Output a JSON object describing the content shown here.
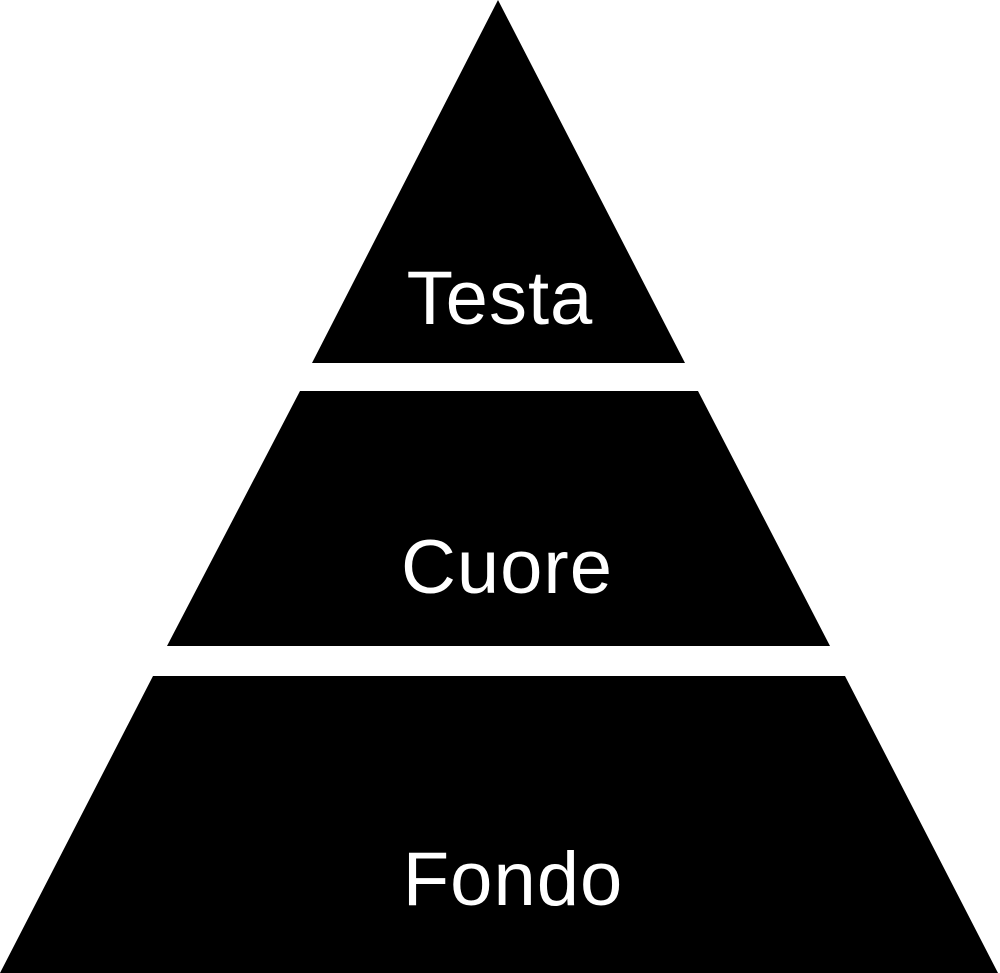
{
  "diagram": {
    "type": "pyramid",
    "background_color": "#ffffff",
    "tier_color": "#000000",
    "label_color": "#ffffff",
    "tiers": [
      {
        "id": "top",
        "label": "Testa"
      },
      {
        "id": "middle",
        "label": "Cuore"
      },
      {
        "id": "base",
        "label": "Fondo"
      }
    ]
  }
}
